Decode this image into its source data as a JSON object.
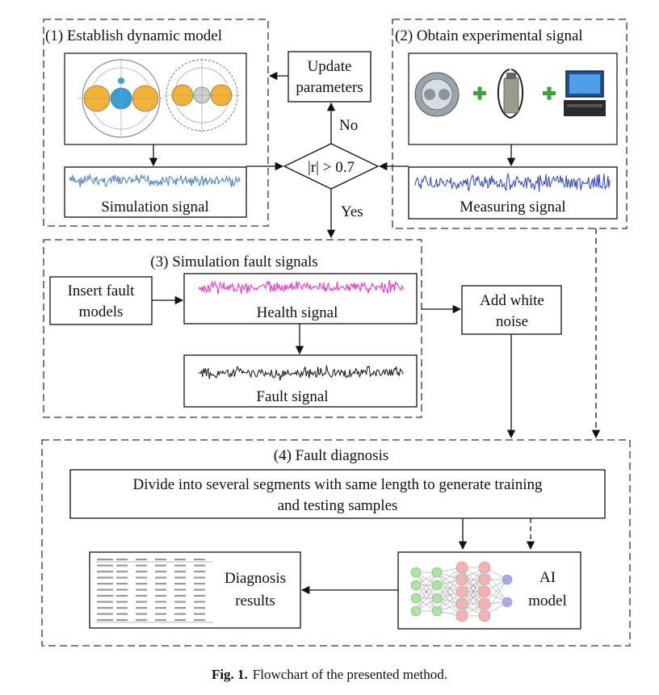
{
  "sections": {
    "s1": "(1) Establish dynamic model",
    "s2": "(2) Obtain experimental signal",
    "s3": "(3) Simulation fault signals",
    "s4": "(4)  Fault diagnosis"
  },
  "boxes": {
    "update_line1": "Update",
    "update_line2": "parameters",
    "decision": "|r| > 0.7",
    "no": "No",
    "yes": "Yes",
    "simulation_signal": "Simulation signal",
    "measuring_signal": "Measuring signal",
    "insert_line1": "Insert fault",
    "insert_line2": "models",
    "health_signal": "Health signal",
    "fault_signal": "Fault signal",
    "noise_line1": "Add white",
    "noise_line2": "noise",
    "divide_line1": "Divide into several segments with same length to generate training",
    "divide_line2": "and testing samples",
    "diagnosis_line1": "Diagnosis",
    "diagnosis_line2": "results",
    "ai_line1": "AI",
    "ai_line2": "model"
  },
  "caption": {
    "label": "Fig. 1.",
    "text": "Flowchart of the presented method."
  },
  "colors": {
    "simulation_wave": "#3d7ec9",
    "measuring_wave": "#2a3fd0",
    "health_wave": "#ee22cc",
    "fault_wave": "#111111",
    "plus": "#3aa43a",
    "nn_input": "#a8e6a0",
    "nn_hidden": "#f7b1b1",
    "nn_output": "#a7a8f0"
  }
}
